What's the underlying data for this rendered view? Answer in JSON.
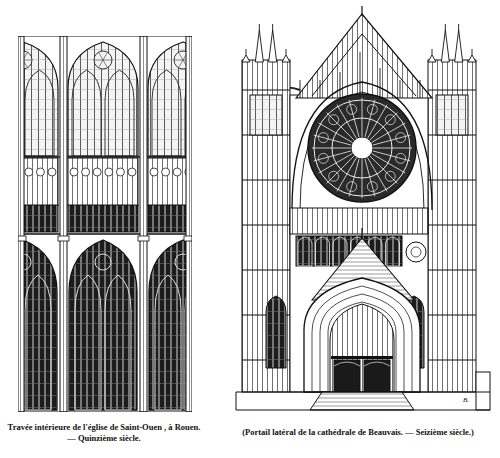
{
  "diagram": {
    "labels": [
      "Travée intérieure de l'église de Saint-Ouen , à Rouen.— Quinzième siècle.",
      "(Portail latéral de la cathédrale de Beauvais. — Seizième siècle.)",
      "B."
    ]
  }
}
